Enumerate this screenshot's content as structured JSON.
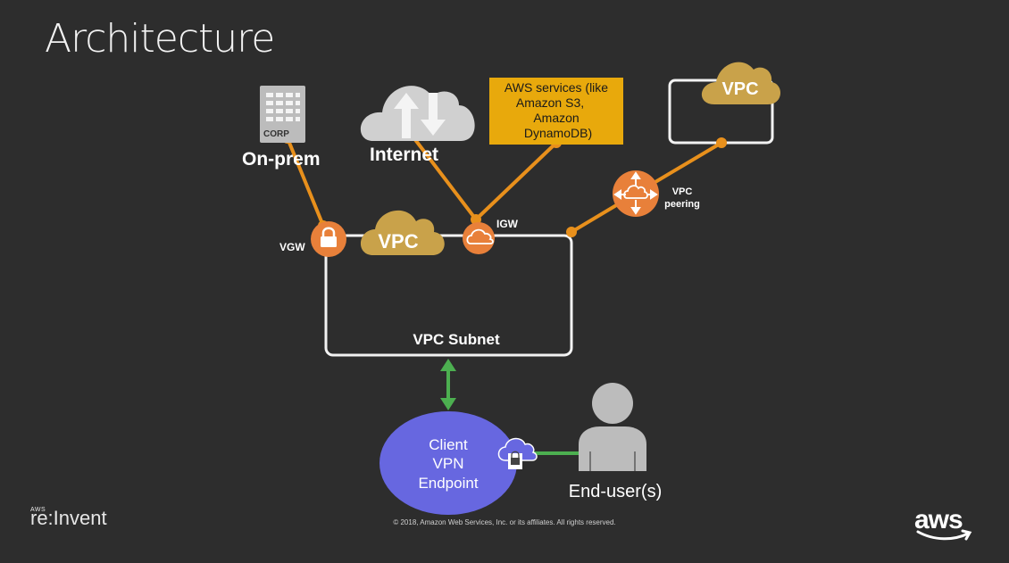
{
  "title": "Architecture",
  "labels": {
    "on_prem": "On-prem",
    "corp": "CORP",
    "internet": "Internet",
    "aws_services": [
      "AWS services (like",
      "Amazon S3,",
      "Amazon",
      "DynamoDB)"
    ],
    "vpc_remote": "VPC",
    "vpc_peering": [
      "VPC",
      "peering"
    ],
    "vgw": "VGW",
    "igw": "IGW",
    "vpc_main": "VPC",
    "vpc_subnet": "VPC Subnet",
    "client_vpn": [
      "Client",
      "VPN",
      "Endpoint"
    ],
    "end_users": "End-user(s)"
  },
  "colors": {
    "background": "#2d2d2d",
    "link_orange": "#e8901c",
    "vpn_link_green": "#4caf50",
    "endpoint_purple": "#6767e0",
    "aws_services_box": "#e8a90c",
    "vpc_cloud_gold": "#c9a24a"
  },
  "footer": {
    "brand_small": "AWS",
    "brand": "re:Invent",
    "copyright": "© 2018, Amazon Web Services, Inc. or its affiliates. All rights reserved.",
    "logo": "aws"
  }
}
